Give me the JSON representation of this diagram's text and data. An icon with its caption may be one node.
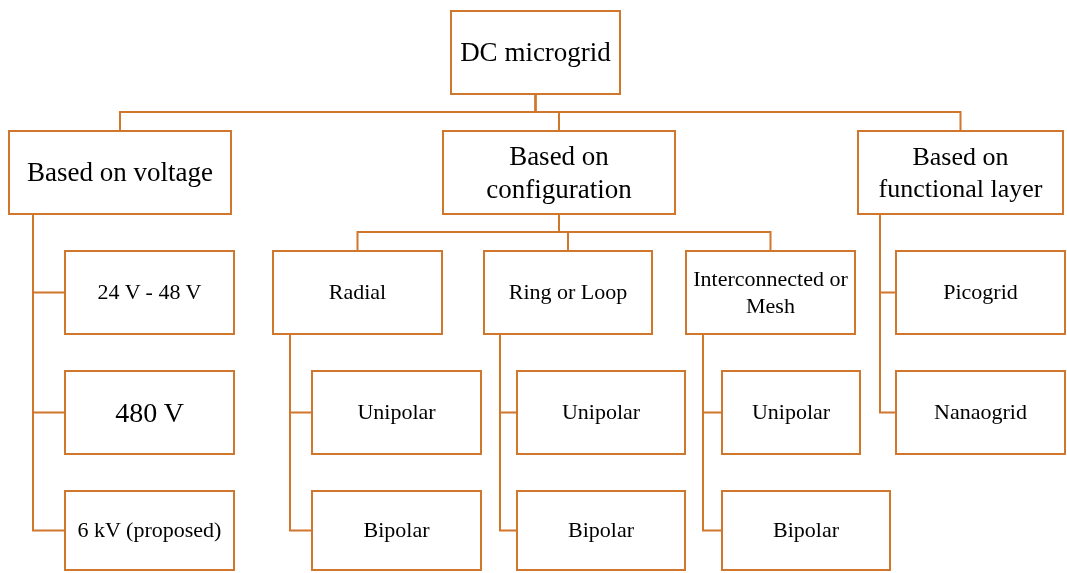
{
  "diagram": {
    "nodes": [
      {
        "text": [
          "DC microgrid"
        ]
      },
      {
        "text": [
          "Based on voltage"
        ]
      },
      {
        "text": [
          "Based on configuration"
        ]
      },
      {
        "text": [
          "Based on functional layer"
        ]
      },
      {
        "text": [
          "24 V - 48 V"
        ]
      },
      {
        "text": [
          "480 V"
        ]
      },
      {
        "text": [
          "6 kV (proposed)"
        ]
      },
      {
        "text": [
          "Radial"
        ]
      },
      {
        "text": [
          "Ring or Loop"
        ]
      },
      {
        "text": [
          "Interconnected or Mesh"
        ]
      },
      {
        "text": [
          "Unipolar"
        ]
      },
      {
        "text": [
          "Bipolar"
        ]
      },
      {
        "text": [
          "Unipolar"
        ]
      },
      {
        "text": [
          "Bipolar"
        ]
      },
      {
        "text": [
          "Unipolar"
        ]
      },
      {
        "text": [
          "Bipolar"
        ]
      },
      {
        "text": [
          "Picogrid"
        ]
      },
      {
        "text": [
          "Nanaogrid"
        ]
      }
    ],
    "edges": [
      {
        "from": 0,
        "to": 1,
        "arrow": "none"
      },
      {
        "from": 0,
        "to": 2,
        "arrow": "none"
      },
      {
        "from": 0,
        "to": 3,
        "arrow": "none"
      },
      {
        "from": 1,
        "to": 4,
        "arrow": "none"
      },
      {
        "from": 1,
        "to": 5,
        "arrow": "none"
      },
      {
        "from": 1,
        "to": 6,
        "arrow": "none"
      },
      {
        "from": 2,
        "to": 7,
        "arrow": "none"
      },
      {
        "from": 2,
        "to": 8,
        "arrow": "none"
      },
      {
        "from": 2,
        "to": 9,
        "arrow": "none"
      },
      {
        "from": 7,
        "to": 10,
        "arrow": "none"
      },
      {
        "from": 7,
        "to": 11,
        "arrow": "none"
      },
      {
        "from": 8,
        "to": 12,
        "arrow": "none"
      },
      {
        "from": 8,
        "to": 13,
        "arrow": "none"
      },
      {
        "from": 9,
        "to": 14,
        "arrow": "none"
      },
      {
        "from": 9,
        "to": 15,
        "arrow": "none"
      },
      {
        "from": 3,
        "to": 16,
        "arrow": "none"
      },
      {
        "from": 3,
        "to": 17,
        "arrow": "none"
      }
    ]
  }
}
